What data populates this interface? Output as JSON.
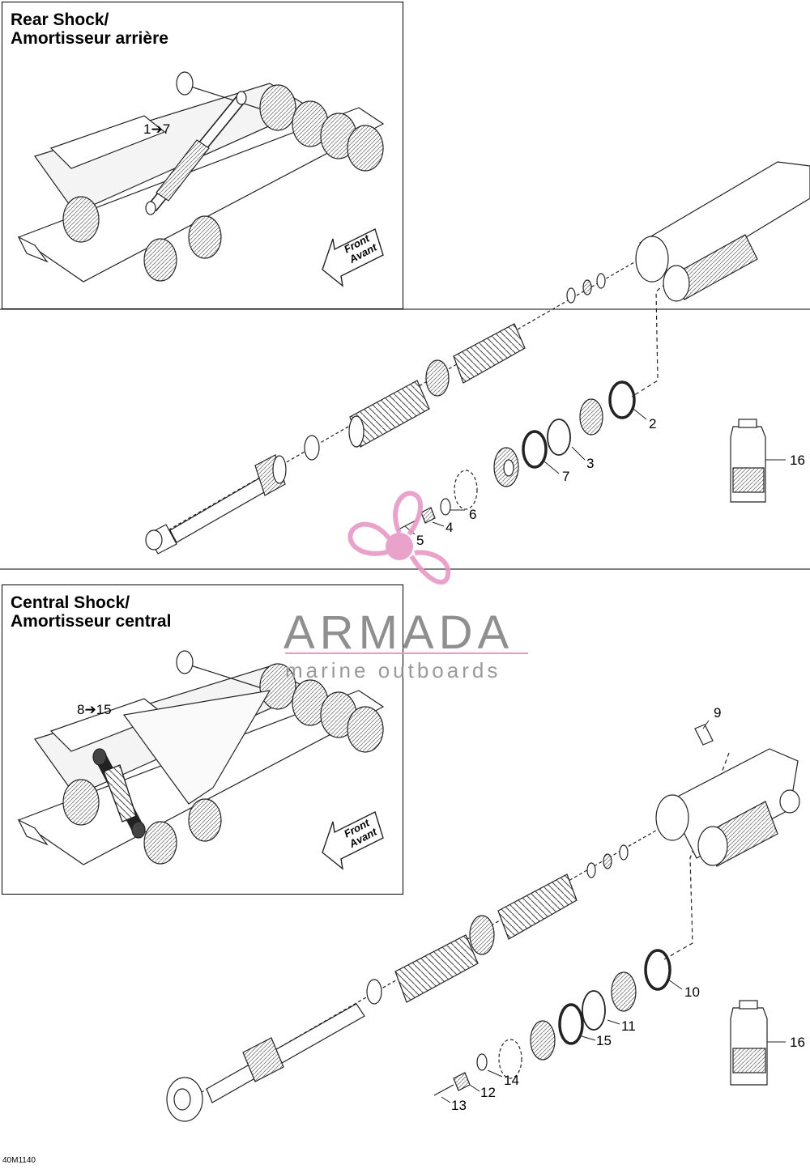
{
  "insets": {
    "rear": {
      "title": "Rear Shock/\nAmortisseur arrière",
      "range": "1➔7",
      "arrow": "Front\nAvant"
    },
    "central": {
      "title": "Central Shock/\nAmortisseur central",
      "range": "8➔15",
      "arrow": "Front\nAvant"
    }
  },
  "callouts": {
    "c1": "2",
    "c2": "3",
    "c3": "7",
    "c4": "6",
    "c5": "4",
    "c6": "5",
    "c7": "16",
    "c8": "9",
    "c9": "10",
    "c10": "11",
    "c11": "15",
    "c12": "14",
    "c13": "12",
    "c14": "13",
    "c15": "16"
  },
  "watermark": {
    "brand": "ARMADA",
    "tagline": "marine outboards",
    "accent": "#e79ac6"
  },
  "drawing_code": "40M1140"
}
